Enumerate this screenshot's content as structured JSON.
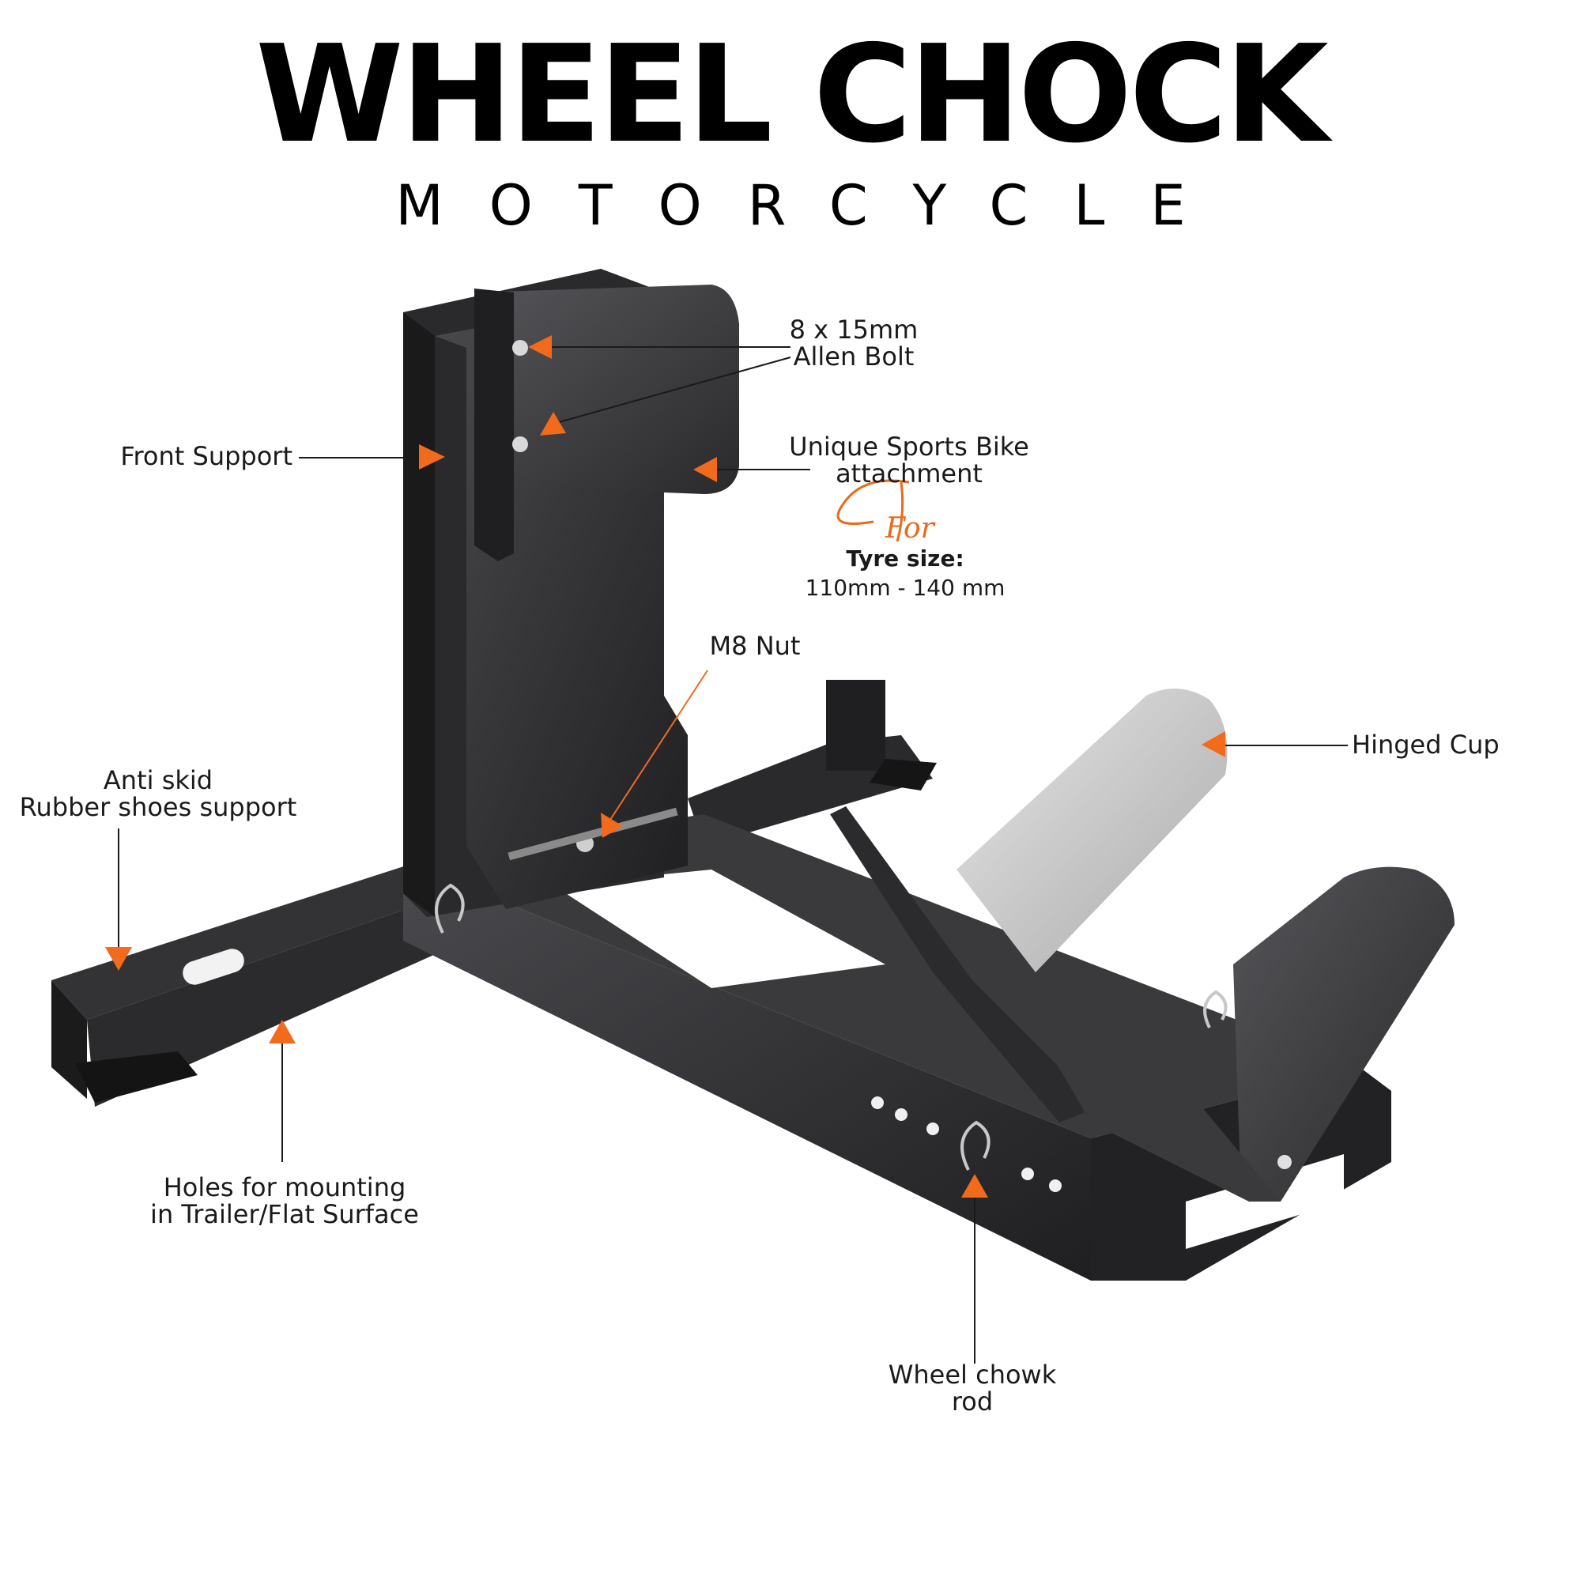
{
  "header": {
    "title": "WHEEL CHOCK",
    "subtitle": "MOTORCYCLE"
  },
  "labels": {
    "allen_bolt": [
      "8 x 15mm",
      "Allen Bolt"
    ],
    "front_support": "Front Support",
    "sports_bike": [
      "Unique Sports Bike",
      "attachment"
    ],
    "for_word": "For",
    "tyre_size_label": "Tyre size:",
    "tyre_size_value": "110mm - 140 mm",
    "m8_nut": "M8 Nut",
    "hinged_cup": "Hinged Cup",
    "anti_skid": [
      "Anti skid",
      "Rubber shoes support"
    ],
    "holes": [
      "Holes for mounting",
      "in Trailer/Flat Surface"
    ],
    "rod": [
      "Wheel chowk",
      "rod"
    ]
  },
  "colors": {
    "accent": "#f26a1b",
    "metal_dark": "#2b2b2d",
    "metal_mid": "#3c3c3f",
    "cup_silver": "#c9c9c9"
  }
}
